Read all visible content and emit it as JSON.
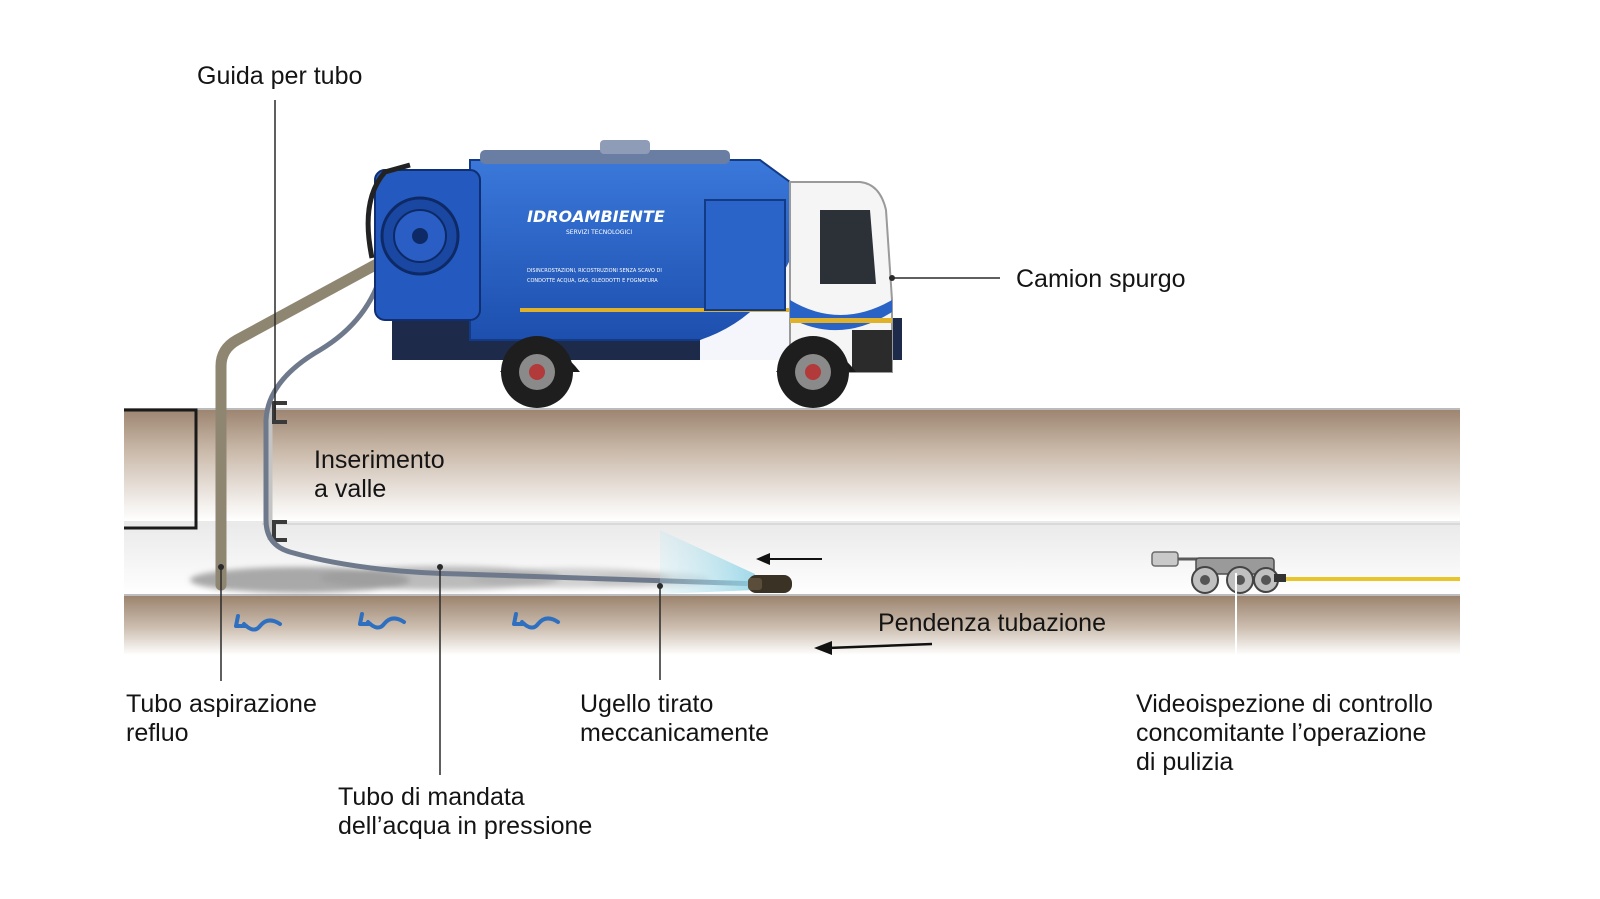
{
  "labels": {
    "guida_per_tubo": "Guida per tubo",
    "camion_spurgo": "Camion spurgo",
    "inserimento_line1": "Inserimento",
    "inserimento_line2": "a valle",
    "pendenza_tubazione": "Pendenza tubazione",
    "tubo_aspirazione_line1": "Tubo aspirazione",
    "tubo_aspirazione_line2": "refluo",
    "ugello_line1": "Ugello tirato",
    "ugello_line2": "meccanicamente",
    "tubo_mandata_line1": "Tubo di mandata",
    "tubo_mandata_line2": "dell’acqua in pressione",
    "videoispezione_line1": "Videoispezione di controllo",
    "videoispezione_line2": "concomitante l’operazione",
    "videoispezione_line3": "di pulizia"
  },
  "truck": {
    "brand": "IDROAMBIENTE",
    "tagline": "SERVIZI TECNOLOGICI",
    "fine_print_line1": "DISINCROSTAZIONI, RICOSTRUZIONI SENZA SCAVO DI",
    "fine_print_line2": "CONDOTTE ACQUA, GAS, OLEODOTTI E FOGNATURA"
  },
  "colors": {
    "truck_blue": "#2a63c6",
    "truck_blue_dark": "#173f8f",
    "ground_brown": "#a58e79",
    "hose_suction": "#8f8672",
    "hose_pressure": "#6e7a8c",
    "flow_arrow": "#2f6fc0",
    "camera_cable": "#e8c52a",
    "text": "#141414"
  },
  "icons": [
    "flow-arrow-icon",
    "direction-arrow-icon"
  ]
}
